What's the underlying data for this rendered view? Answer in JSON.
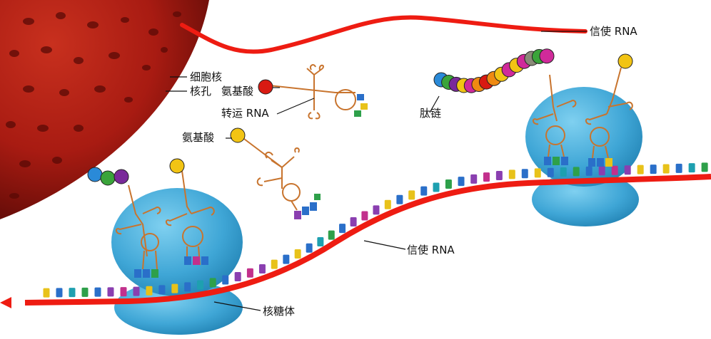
{
  "labels": {
    "nucleus": "细胞核",
    "nuclear_pore": "核孔",
    "amino_acid_1": "氨基酸",
    "trna": "转运 RNA",
    "amino_acid_2": "氨基酸",
    "mrna_top": "信使 RNA",
    "peptide_chain": "肽链",
    "mrna_middle": "信使 RNA",
    "ribosome": "核糖体"
  },
  "colors": {
    "nucleus": "#a81b12",
    "nucleus_dark": "#5a0a06",
    "mrna": "#ee1c12",
    "ribosome": "#3fa6d6",
    "trna": "#c8742e",
    "base_blue": "#2a6fc9",
    "base_purple": "#8a3fb0",
    "base_yellow": "#e8c21a",
    "base_green": "#2ea04a",
    "base_magenta": "#c2308c",
    "base_teal": "#1ea0b0",
    "amino_red": "#d91a12",
    "amino_yellow": "#f2c414",
    "amino_green": "#3aa43a",
    "amino_purple": "#7a2a9a",
    "amino_blue": "#2a8ad8",
    "amino_magenta": "#d02a9a",
    "amino_orange": "#ef8a12",
    "amino_gray": "#8a8a78"
  },
  "peptide_colors": [
    "amino_blue",
    "amino_green",
    "amino_purple",
    "amino_yellow",
    "amino_magenta",
    "amino_orange",
    "amino_red",
    "amino_orange",
    "amino_yellow",
    "amino_magenta",
    "amino_yellow",
    "amino_magenta",
    "amino_gray",
    "amino_green",
    "amino_magenta"
  ],
  "icons": [
    "arrow-left-icon"
  ]
}
